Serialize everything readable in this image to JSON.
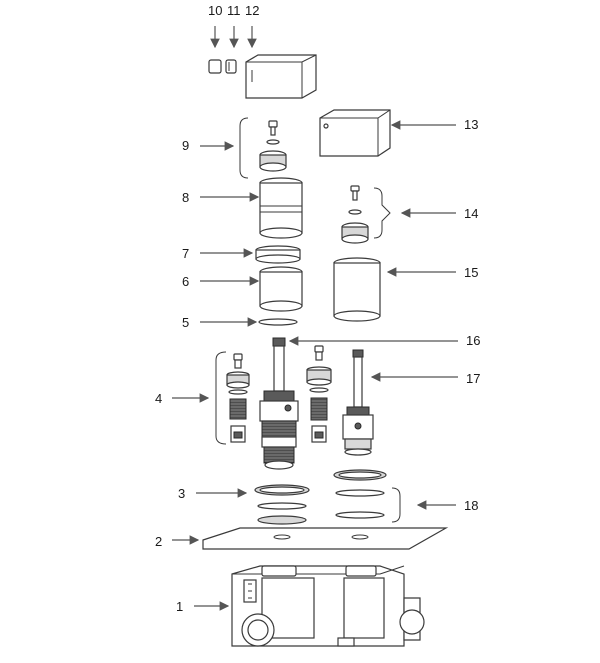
{
  "diagram": {
    "labels": [
      {
        "id": "l1",
        "text": "1"
      },
      {
        "id": "l2",
        "text": "2"
      },
      {
        "id": "l3",
        "text": "3"
      },
      {
        "id": "l4",
        "text": "4"
      },
      {
        "id": "l5",
        "text": "5"
      },
      {
        "id": "l6",
        "text": "6"
      },
      {
        "id": "l7",
        "text": "7"
      },
      {
        "id": "l8",
        "text": "8"
      },
      {
        "id": "l9",
        "text": "9"
      },
      {
        "id": "l10",
        "text": "10"
      },
      {
        "id": "l11",
        "text": "11"
      },
      {
        "id": "l12",
        "text": "12"
      },
      {
        "id": "l13",
        "text": "13"
      },
      {
        "id": "l14",
        "text": "14"
      },
      {
        "id": "l15",
        "text": "15"
      },
      {
        "id": "l16",
        "text": "16"
      },
      {
        "id": "l17",
        "text": "17"
      },
      {
        "id": "l18",
        "text": "18"
      }
    ]
  }
}
